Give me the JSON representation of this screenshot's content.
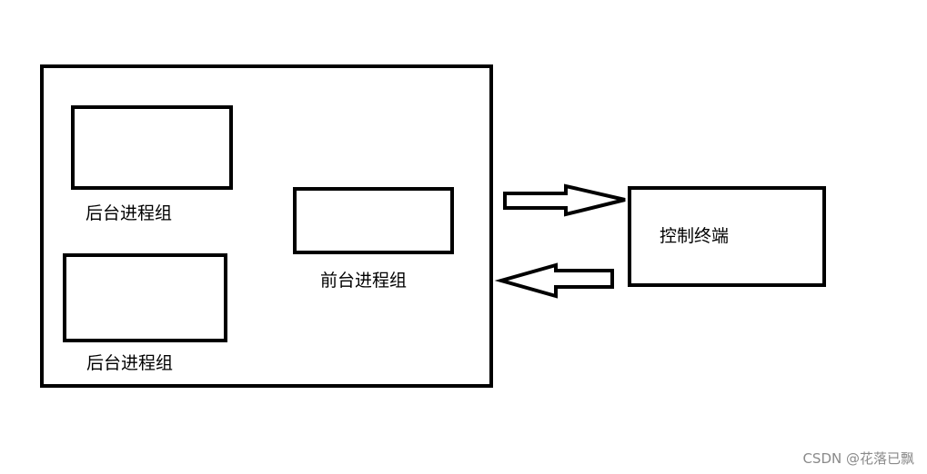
{
  "diagram": {
    "session": {
      "background_groups": [
        {
          "label": "后台进程组"
        },
        {
          "label": "后台进程组"
        }
      ],
      "foreground_group": {
        "label": "前台进程组"
      }
    },
    "terminal": {
      "label": "控制终端"
    },
    "arrows": [
      {
        "from": "session",
        "to": "terminal",
        "direction": "right"
      },
      {
        "from": "terminal",
        "to": "session",
        "direction": "left"
      }
    ]
  },
  "watermark": "CSDN @花落已飘",
  "colors": {
    "stroke": "#000000",
    "background": "#ffffff",
    "watermark": "#8a8a8a"
  }
}
